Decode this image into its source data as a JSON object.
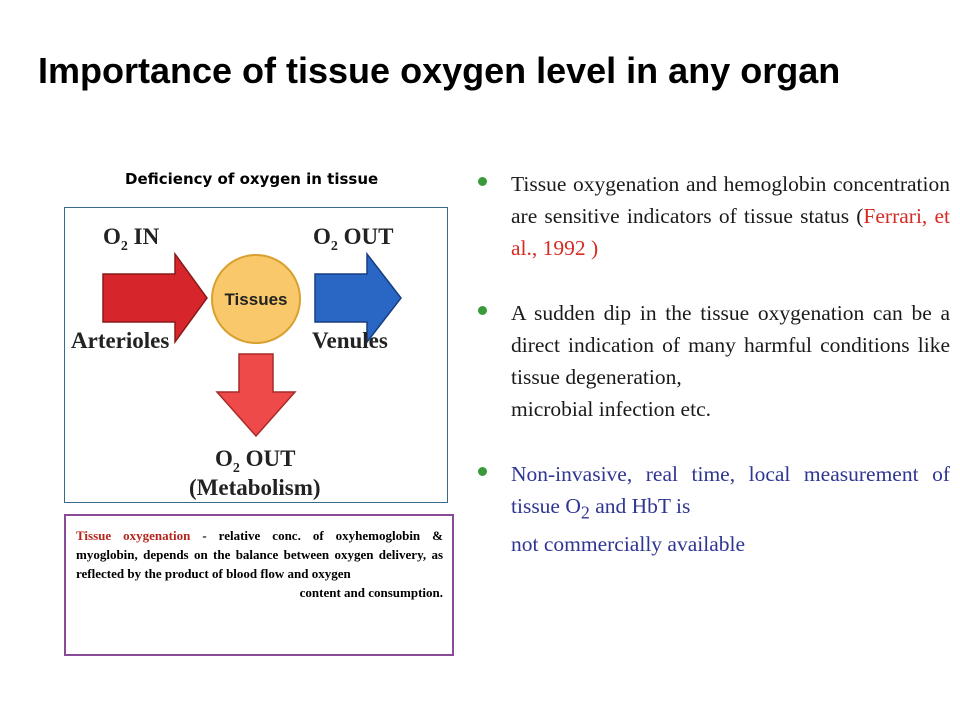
{
  "slide": {
    "title": "Importance of tissue oxygen level in any organ"
  },
  "diagram": {
    "caption": "Deficiency of oxygen in tissue",
    "in_label": "O",
    "in_sub": "2",
    "in_word": " IN",
    "out_label": "O",
    "out_sub": "2",
    "out_word": " OUT",
    "center_label": "Tissues",
    "left_label": "Arterioles",
    "right_label": "Venules",
    "bottom_label": "O",
    "bottom_sub": "2",
    "bottom_word": " OUT",
    "bottom_paren": "(Metabolism)",
    "colors": {
      "left_arrow": "#d7262b",
      "right_arrow": "#2a66c4",
      "down_arrow": "#ef4a4a",
      "tissue_circle": "#f8c86b",
      "tissue_border": "#d9a030"
    }
  },
  "note": {
    "lead": "Tissue oxygenation",
    "rest": " - relative conc. of oxyhemoglobin & myoglobin, depends on the balance between oxygen delivery, as reflected by the product of blood flow and oxygen",
    "last": "content and consumption."
  },
  "bullets": {
    "b1_text": "Tissue oxygenation and hemoglobin concentration are sensitive indicators of tissue status (",
    "b1_cite": "Ferrari, et al., 1992 )",
    "b2_text": "A sudden dip in the tissue oxygenation can be a direct indication of many harmful conditions like tissue degeneration,",
    "b2_last": "microbial infection etc.",
    "b3_text": "Non-invasive, real time, local measurement of tissue O",
    "b3_sub": "2",
    "b3_rest": " and HbT is",
    "b3_last": "not commercially available"
  }
}
